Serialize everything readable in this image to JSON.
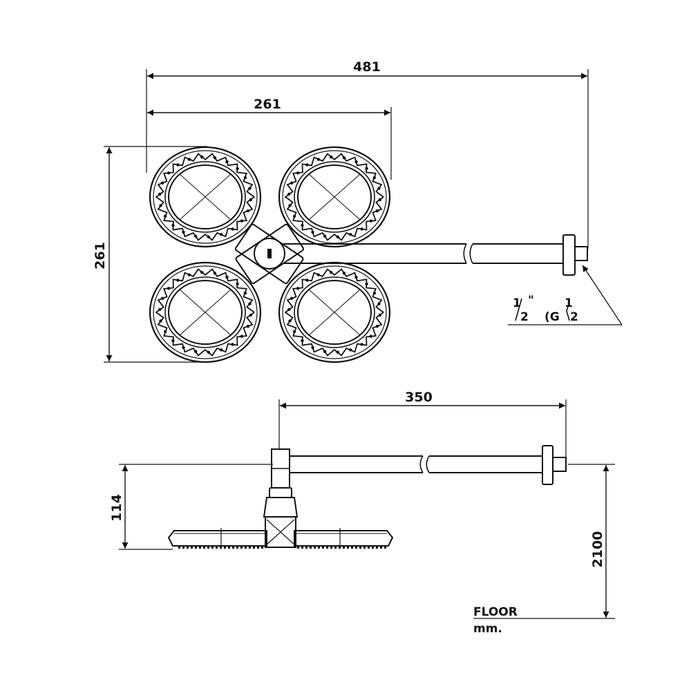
{
  "top_view": {
    "dim_total_width": "481",
    "dim_head_width": "261",
    "dim_head_height": "261",
    "thread_note": {
      "frac_num": "1",
      "frac_den": "2",
      "inch": "\"",
      "g_open": "(G",
      "g_num": "1",
      "g_den": "2"
    }
  },
  "side_view": {
    "dim_arm_length": "350",
    "dim_drop": "114",
    "dim_height": "2100",
    "floor_label": "FLOOR",
    "unit_label": "mm."
  },
  "colors": {
    "line": "#111111",
    "background": "#ffffff"
  }
}
